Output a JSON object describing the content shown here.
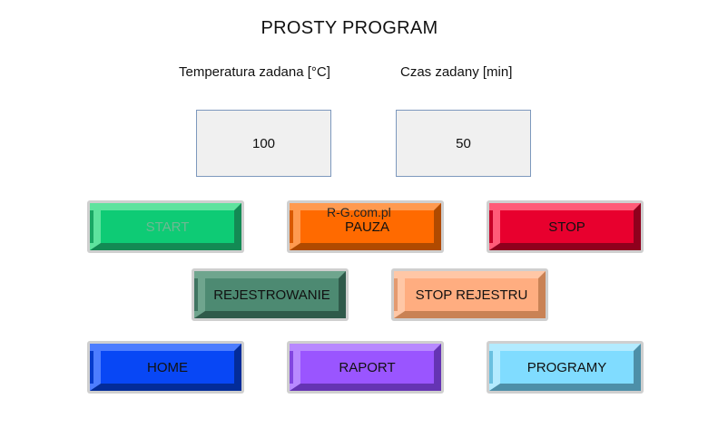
{
  "title": "PROSTY PROGRAM",
  "labels": {
    "temperature": "Temperatura zadana [°C]",
    "time": "Czas zadany [min]"
  },
  "values": {
    "temperature": "100",
    "time": "50"
  },
  "buttons": {
    "start": "START",
    "pause": "PAUZA",
    "stop": "STOP",
    "record": "REJESTROWANIE",
    "stop_record": "STOP REJESTRU",
    "home": "HOME",
    "report": "RAPORT",
    "programs": "PROGRAMY"
  },
  "watermark": "R-G.com.pl",
  "colors": {
    "start": "#0ecb75",
    "pause": "#ff6a00",
    "stop": "#e8002e",
    "record": "#4d8a72",
    "stop_record": "#ffad80",
    "home": "#0847f5",
    "report": "#9a55ff",
    "programs": "#80dcff"
  }
}
